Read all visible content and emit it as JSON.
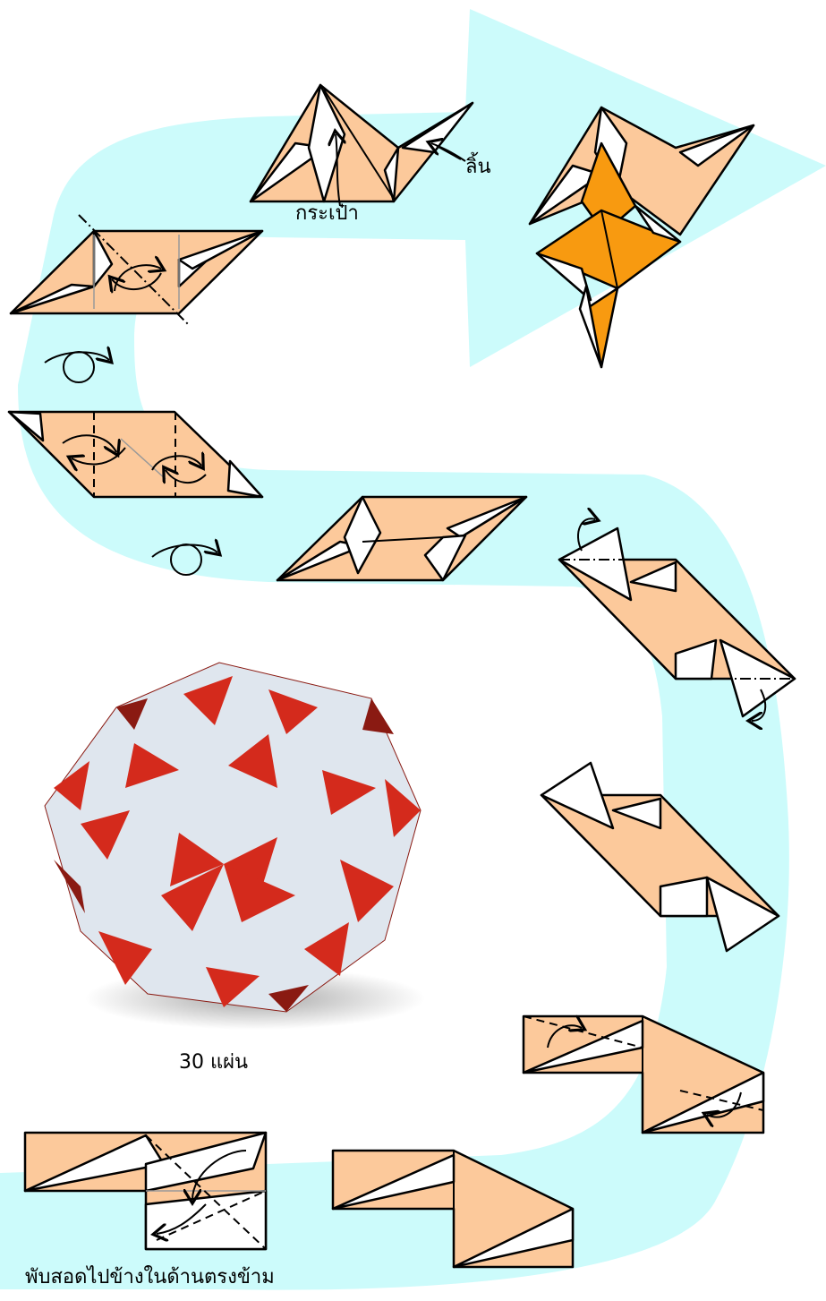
{
  "labels": {
    "pocket": "กระเป๋า",
    "tongue": "ลิ้น",
    "piece_count": "30 แผ่น",
    "valley_fold_note": "พับสอดไปข้างในด้านตรงข้าม"
  },
  "colors": {
    "flow_arrow": "#ccfbfb",
    "paper_color": "#fcc99b",
    "paper_white": "#ffffff",
    "assembled_unit": "#f89a10",
    "model_red": "#d42a1c",
    "model_white": "#dfe6ee"
  },
  "icons": [
    "turn-over-icon",
    "turn-over-icon"
  ]
}
